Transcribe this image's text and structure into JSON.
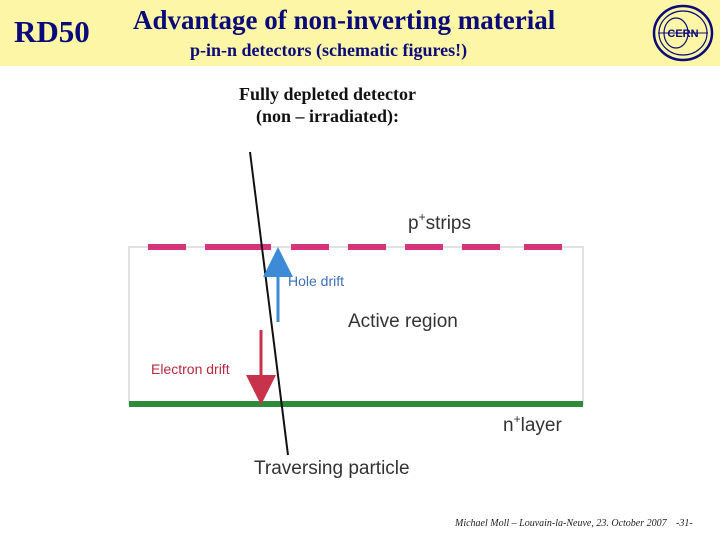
{
  "header": {
    "brand": "RD50",
    "title": "Advantage of non-inverting material",
    "subtitle": "p-in-n detectors  (schematic figures!)",
    "logo_text": "CERN",
    "background_color": "#fdf6a6",
    "text_color": "#0a0a7a"
  },
  "heading": {
    "line1": "Fully depleted detector",
    "line2": "(non – irradiated):"
  },
  "diagram": {
    "strips_label": "p",
    "strips_label_sup": "+",
    "strips_label_rest": "strips",
    "hole_drift_label": "Hole drift",
    "active_region_label": "Active region",
    "electron_drift_label": "Electron drift",
    "n_layer_label_sup": "+",
    "n_layer_label": "n",
    "n_layer_label_rest": "layer",
    "particle_label": "Traversing particle",
    "colors": {
      "strips": "#d6337a",
      "n_layer": "#2e8b3a",
      "hole_arrow": "#3d8bd6",
      "electron_arrow": "#c8324a",
      "track": "#111111",
      "box": "#cfcfcf"
    }
  },
  "footer": {
    "credit": "Michael Moll – Louvain-la-Neuve, 23. October 2007",
    "page": "-31-"
  }
}
